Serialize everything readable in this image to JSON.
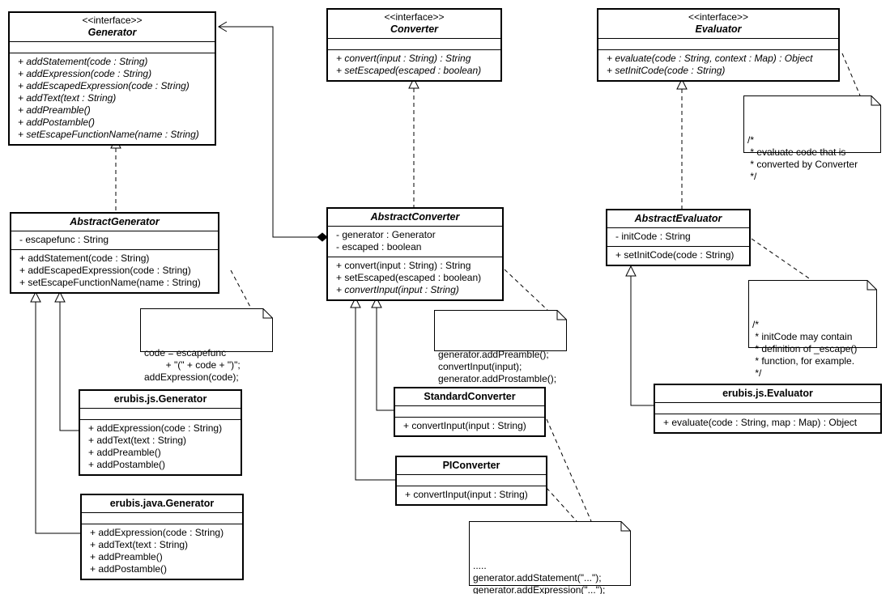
{
  "classes": {
    "generator": {
      "stereotype": "<<interface>>",
      "name": "Generator",
      "attributes": [],
      "operations": [
        "+ addStatement(code : String)",
        "+ addExpression(code : String)",
        "+ addEscapedExpression(code : String)",
        "+ addText(text : String)",
        "+ addPreamble()",
        "+ addPostamble()",
        "+ setEscapeFunctionName(name : String)"
      ]
    },
    "converter": {
      "stereotype": "<<interface>>",
      "name": "Converter",
      "attributes": [],
      "operations": [
        "+ convert(input : String) : String",
        "+ setEscaped(escaped : boolean)"
      ]
    },
    "evaluator": {
      "stereotype": "<<interface>>",
      "name": "Evaluator",
      "attributes": [],
      "operations": [
        "+ evaluate(code : String, context : Map) : Object",
        "+ setInitCode(code : String)"
      ]
    },
    "abstract_generator": {
      "name": "AbstractGenerator",
      "attributes": [
        "- escapefunc : String"
      ],
      "operations": [
        "+ addStatement(code : String)",
        "+ addEscapedExpression(code : String)",
        "+ setEscapeFunctionName(name : String)"
      ]
    },
    "abstract_converter": {
      "name": "AbstractConverter",
      "attributes": [
        "- generator : Generator",
        "- escaped : boolean"
      ],
      "operations": [
        "+ convert(input : String) : String",
        "+ setEscaped(escaped : boolean)",
        "+ convertInput(input : String)"
      ]
    },
    "abstract_evaluator": {
      "name": "AbstractEvaluator",
      "attributes": [
        "- initCode : String"
      ],
      "operations": [
        "+ setInitCode(code : String)"
      ]
    },
    "js_generator": {
      "name": "erubis.js.Generator",
      "attributes": [],
      "operations": [
        "+ addExpression(code : String)",
        "+ addText(text : String)",
        "+ addPreamble()",
        "+ addPostamble()"
      ]
    },
    "java_generator": {
      "name": "erubis.java.Generator",
      "attributes": [],
      "operations": [
        "+ addExpression(code : String)",
        "+ addText(text : String)",
        "+ addPreamble()",
        "+ addPostamble()"
      ]
    },
    "standard_converter": {
      "name": "StandardConverter",
      "attributes": [],
      "operations": [
        "+ convertInput(input : String)"
      ]
    },
    "pi_converter": {
      "name": "PIConverter",
      "attributes": [],
      "operations": [
        "+ convertInput(input : String)"
      ]
    },
    "js_evaluator": {
      "name": "erubis.js.Evaluator",
      "attributes": [],
      "operations": [
        "+ evaluate(code : String, map : Map) : Object"
      ]
    }
  },
  "notes": {
    "evaluator_note": "/*\n * evaluate code that is\n * converted by Converter\n */",
    "init_code_note": "/*\n * initCode may contain\n * definition of _escape()\n * function, for example.\n */",
    "escape_note": "code = escapefunc\n        + \"(\" + code + \")\";\naddExpression(code);",
    "convert_note": "generator.addPreamble();\nconvertInput(input);\ngenerator.addProstamble();",
    "pi_note": ".....\ngenerator.addStatement(\"...\");\ngenerator.addExpression(\"...\");\ngenerator.addText(\"...\");\n....."
  }
}
